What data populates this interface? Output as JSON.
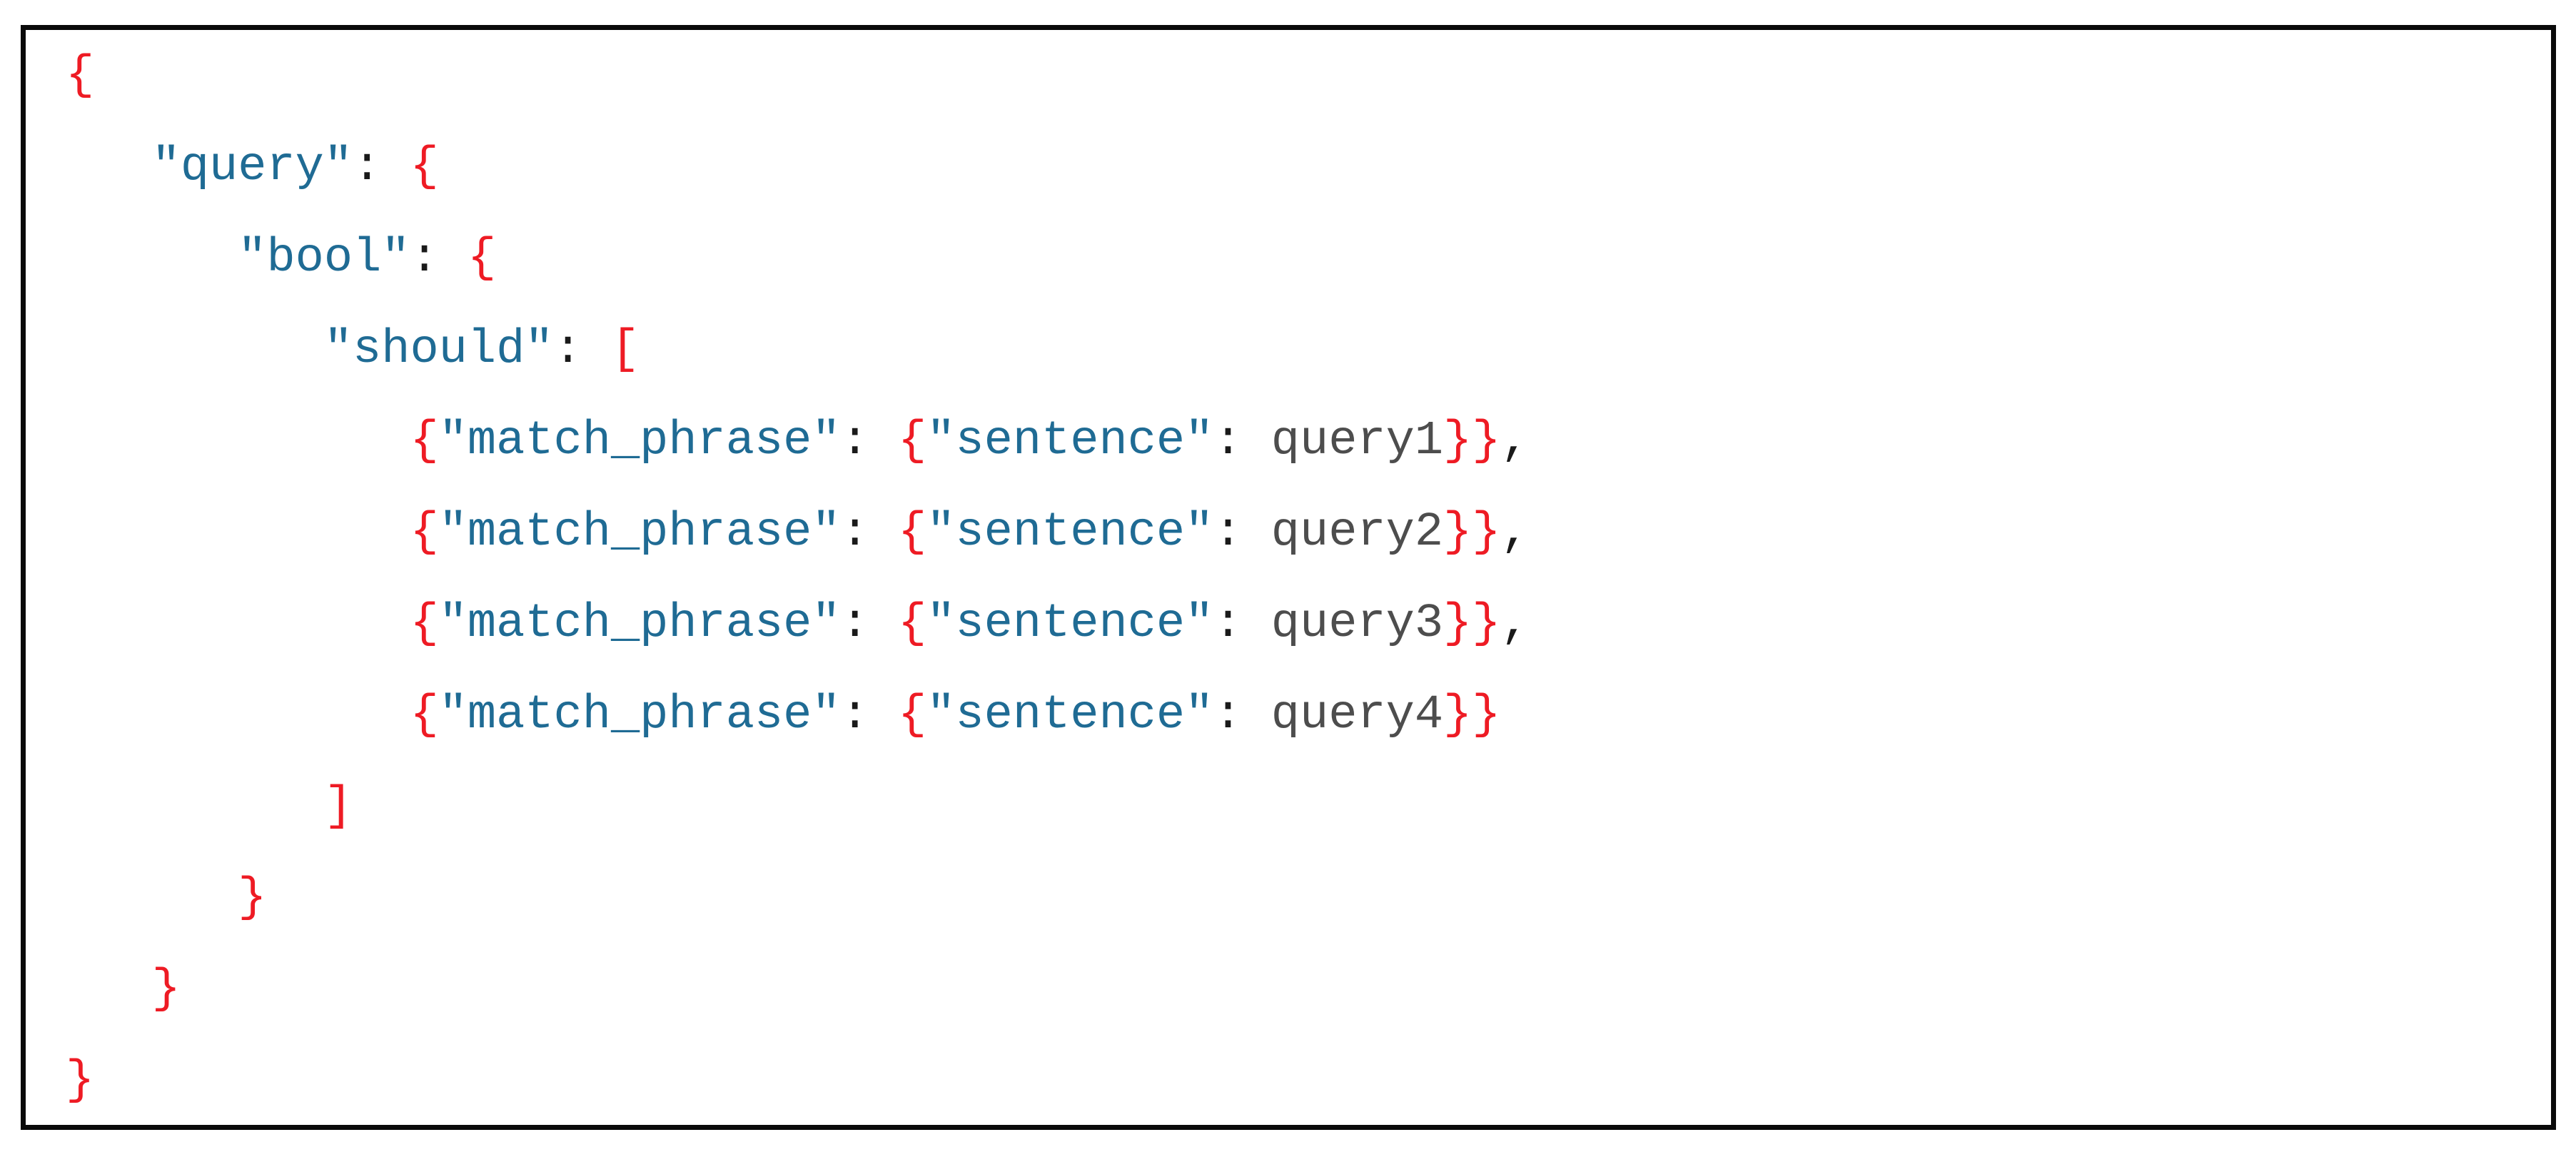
{
  "colors": {
    "background": "#ffffff",
    "border": "#0a0a0a",
    "key": "#1f6b94",
    "bracket": "#ee1b24",
    "punct": "#1a1a1a",
    "variable": "#4d4d4d"
  },
  "code": {
    "language": "json",
    "text": "{\n   \"query\": {\n      \"bool\": {\n         \"should\": [\n            {\"match_phrase\": {\"sentence\": query1}},\n            {\"match_phrase\": {\"sentence\": query2}},\n            {\"match_phrase\": {\"sentence\": query3}},\n            {\"match_phrase\": {\"sentence\": query4}}\n         ]\n      }\n   }\n}",
    "lines": [
      [
        {
          "c": "r",
          "t": "{"
        }
      ],
      [
        {
          "c": "w",
          "t": "   "
        },
        {
          "c": "k",
          "t": "\"query\""
        },
        {
          "c": "p",
          "t": ":"
        },
        {
          "c": "w",
          "t": " "
        },
        {
          "c": "r",
          "t": "{"
        }
      ],
      [
        {
          "c": "w",
          "t": "      "
        },
        {
          "c": "k",
          "t": "\"bool\""
        },
        {
          "c": "p",
          "t": ":"
        },
        {
          "c": "w",
          "t": " "
        },
        {
          "c": "r",
          "t": "{"
        }
      ],
      [
        {
          "c": "w",
          "t": "         "
        },
        {
          "c": "k",
          "t": "\"should\""
        },
        {
          "c": "p",
          "t": ":"
        },
        {
          "c": "w",
          "t": " "
        },
        {
          "c": "r",
          "t": "["
        }
      ],
      [
        {
          "c": "w",
          "t": "            "
        },
        {
          "c": "r",
          "t": "{"
        },
        {
          "c": "k",
          "t": "\"match_phrase\""
        },
        {
          "c": "p",
          "t": ":"
        },
        {
          "c": "w",
          "t": " "
        },
        {
          "c": "r",
          "t": "{"
        },
        {
          "c": "k",
          "t": "\"sentence\""
        },
        {
          "c": "p",
          "t": ":"
        },
        {
          "c": "w",
          "t": " "
        },
        {
          "c": "v",
          "t": "query1"
        },
        {
          "c": "r",
          "t": "}}"
        },
        {
          "c": "p",
          "t": ","
        }
      ],
      [
        {
          "c": "w",
          "t": "            "
        },
        {
          "c": "r",
          "t": "{"
        },
        {
          "c": "k",
          "t": "\"match_phrase\""
        },
        {
          "c": "p",
          "t": ":"
        },
        {
          "c": "w",
          "t": " "
        },
        {
          "c": "r",
          "t": "{"
        },
        {
          "c": "k",
          "t": "\"sentence\""
        },
        {
          "c": "p",
          "t": ":"
        },
        {
          "c": "w",
          "t": " "
        },
        {
          "c": "v",
          "t": "query2"
        },
        {
          "c": "r",
          "t": "}}"
        },
        {
          "c": "p",
          "t": ","
        }
      ],
      [
        {
          "c": "w",
          "t": "            "
        },
        {
          "c": "r",
          "t": "{"
        },
        {
          "c": "k",
          "t": "\"match_phrase\""
        },
        {
          "c": "p",
          "t": ":"
        },
        {
          "c": "w",
          "t": " "
        },
        {
          "c": "r",
          "t": "{"
        },
        {
          "c": "k",
          "t": "\"sentence\""
        },
        {
          "c": "p",
          "t": ":"
        },
        {
          "c": "w",
          "t": " "
        },
        {
          "c": "v",
          "t": "query3"
        },
        {
          "c": "r",
          "t": "}}"
        },
        {
          "c": "p",
          "t": ","
        }
      ],
      [
        {
          "c": "w",
          "t": "            "
        },
        {
          "c": "r",
          "t": "{"
        },
        {
          "c": "k",
          "t": "\"match_phrase\""
        },
        {
          "c": "p",
          "t": ":"
        },
        {
          "c": "w",
          "t": " "
        },
        {
          "c": "r",
          "t": "{"
        },
        {
          "c": "k",
          "t": "\"sentence\""
        },
        {
          "c": "p",
          "t": ":"
        },
        {
          "c": "w",
          "t": " "
        },
        {
          "c": "v",
          "t": "query4"
        },
        {
          "c": "r",
          "t": "}}"
        }
      ],
      [
        {
          "c": "w",
          "t": "         "
        },
        {
          "c": "r",
          "t": "]"
        }
      ],
      [
        {
          "c": "w",
          "t": "      "
        },
        {
          "c": "r",
          "t": "}"
        }
      ],
      [
        {
          "c": "w",
          "t": "   "
        },
        {
          "c": "r",
          "t": "}"
        }
      ],
      [
        {
          "c": "r",
          "t": "}"
        }
      ]
    ]
  }
}
